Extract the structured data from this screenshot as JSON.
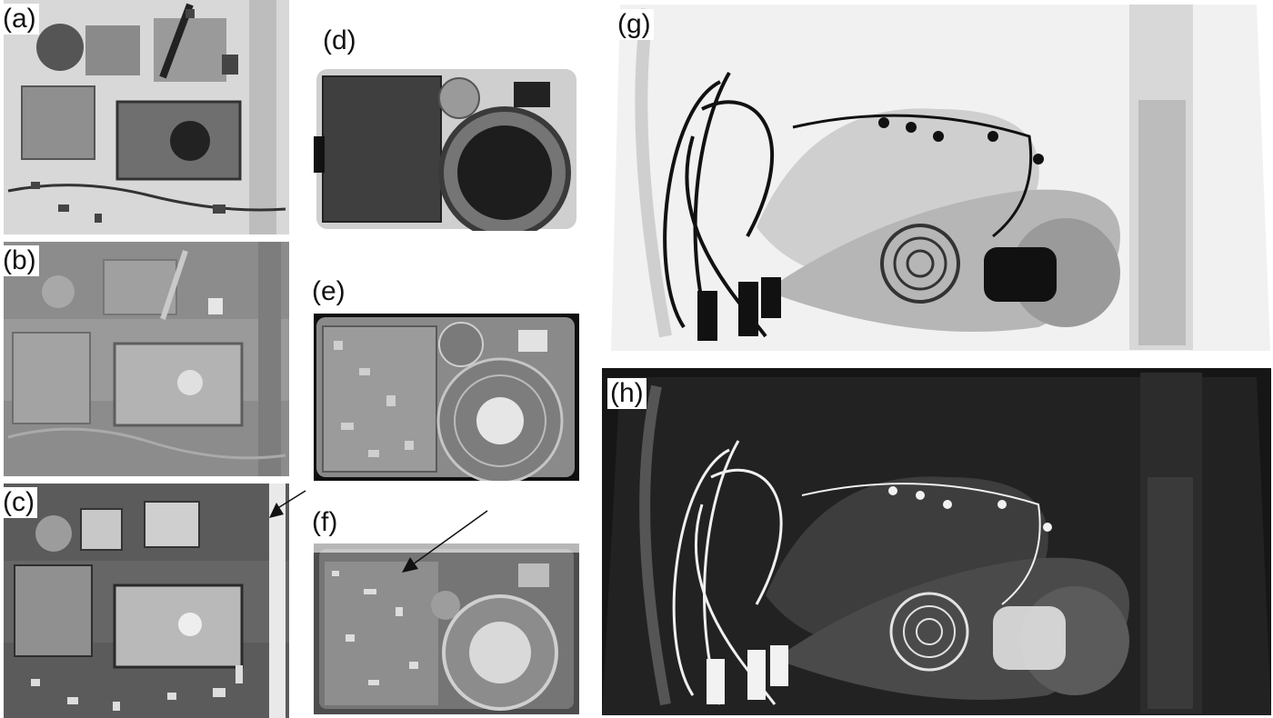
{
  "panels": [
    {
      "label": "(a)"
    },
    {
      "label": "(b)"
    },
    {
      "label": "(c)"
    },
    {
      "label": "(d)"
    },
    {
      "label": "(e)"
    },
    {
      "label": "(f)"
    },
    {
      "label": "(g)"
    },
    {
      "label": "(h)"
    }
  ],
  "colors": {
    "background": "#ffffff",
    "label_text": "#111111",
    "arrow": "#111111"
  }
}
